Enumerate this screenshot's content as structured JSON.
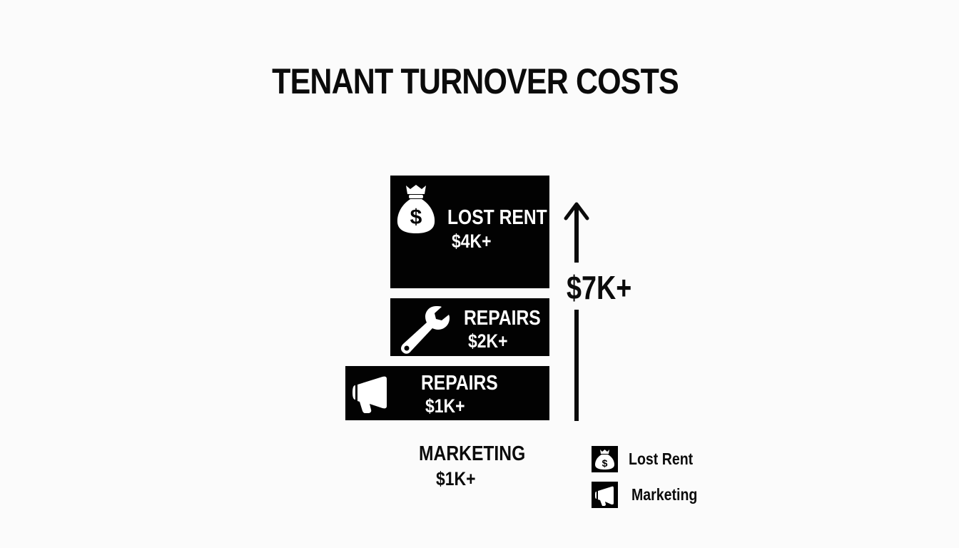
{
  "title": "TENANT TURNOVER COSTS",
  "boxes": [
    {
      "icon": "money-bag-icon",
      "label": "LOST RENT",
      "value": "$4K+"
    },
    {
      "icon": "wrench-icon",
      "label": "REPAIRS",
      "value": "$2K+"
    },
    {
      "icon": "megaphone-icon",
      "label": "REPAIRS",
      "value": "$1K+"
    }
  ],
  "total": {
    "icon": "arrow-up-icon",
    "value": "$7K+"
  },
  "below_box": {
    "label": "MARKETING",
    "value": "$1K+"
  },
  "legend": [
    {
      "icon": "money-bag-icon",
      "label": "Lost Rent"
    },
    {
      "icon": "megaphone-icon",
      "label": "Marketing"
    }
  ],
  "colors": {
    "background": "#fbfbfb",
    "box_fill": "#020202",
    "box_text": "#ffffff",
    "text": "#0b0b0b"
  },
  "chart_data": {
    "type": "bar",
    "title": "TENANT TURNOVER COSTS",
    "categories": [
      "Lost Rent",
      "Repairs",
      "Marketing"
    ],
    "values": [
      4000,
      2000,
      1000
    ],
    "value_labels": [
      "$4K+",
      "$2K+",
      "$1K+"
    ],
    "stacked": true,
    "total_label": "$7K+",
    "total": 7000,
    "legend": [
      "Lost Rent",
      "Marketing"
    ],
    "legend_position": "bottom-right",
    "xlabel": "",
    "ylabel": "",
    "grid": false
  }
}
